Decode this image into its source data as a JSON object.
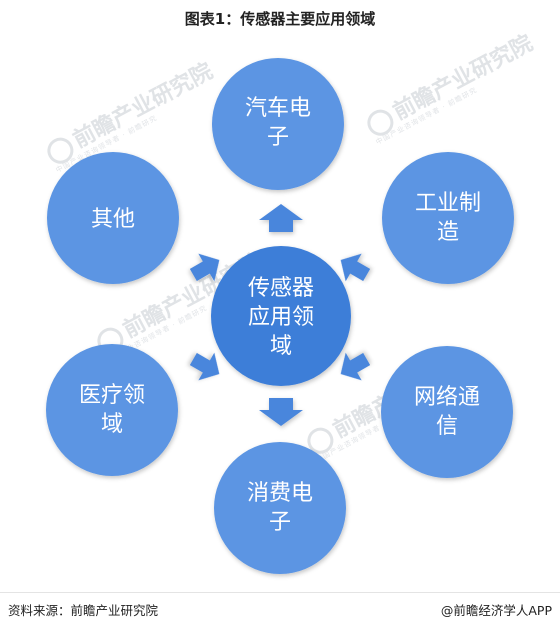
{
  "title": "图表1：传感器主要应用领域",
  "center": {
    "label_lines": [
      "传感器",
      "应用领",
      "域"
    ]
  },
  "nodes": [
    {
      "id": "auto",
      "lines": [
        "汽车电",
        "子"
      ]
    },
    {
      "id": "industry",
      "lines": [
        "工业制",
        "造"
      ]
    },
    {
      "id": "network",
      "lines": [
        "网络通",
        "信"
      ]
    },
    {
      "id": "consumer",
      "lines": [
        "消费电",
        "子"
      ]
    },
    {
      "id": "medical",
      "lines": [
        "医疗领",
        "域"
      ]
    },
    {
      "id": "other",
      "lines": [
        "其他"
      ]
    }
  ],
  "watermark": {
    "main": "前瞻产业研究院",
    "sub": "中国产业咨询领导者 · 前瞻研究"
  },
  "footer": {
    "source": "资料来源：前瞻产业研究院",
    "credit": "@前瞻经济学人APP"
  },
  "colors": {
    "outer": "#5b95e3",
    "center": "#3c7ed8",
    "arrow": "#4a86dc"
  }
}
